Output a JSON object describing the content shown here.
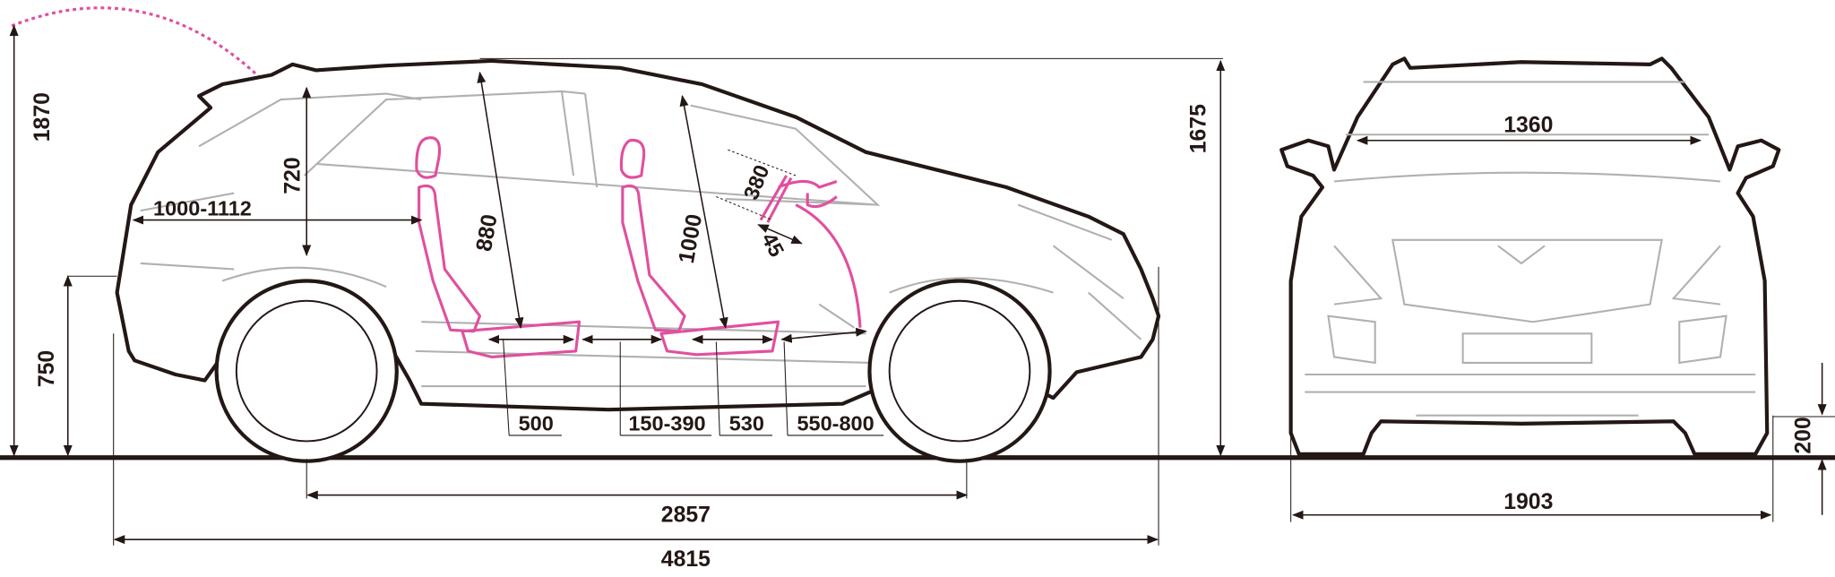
{
  "colors": {
    "line": "#231815",
    "seat": "#e0509e",
    "detail": "#b0b0b0"
  },
  "side_view": {
    "overall_height_with_tailgate": "1870",
    "rear_load_height": "750",
    "cargo_height": "720",
    "cargo_length": "1000-1112",
    "rear_headroom": "880",
    "front_headroom": "1000",
    "steering_wheel_diameter": "380",
    "steering_angle": "45",
    "rear_seat_cushion": "500",
    "rear_legroom": "150-390",
    "front_seat_cushion": "530",
    "front_legroom": "550-800",
    "wheelbase": "2857",
    "overall_length": "4815",
    "height": "1675"
  },
  "front_view": {
    "interior_width": "1360",
    "overall_width": "1903",
    "ground_clearance": "200"
  }
}
